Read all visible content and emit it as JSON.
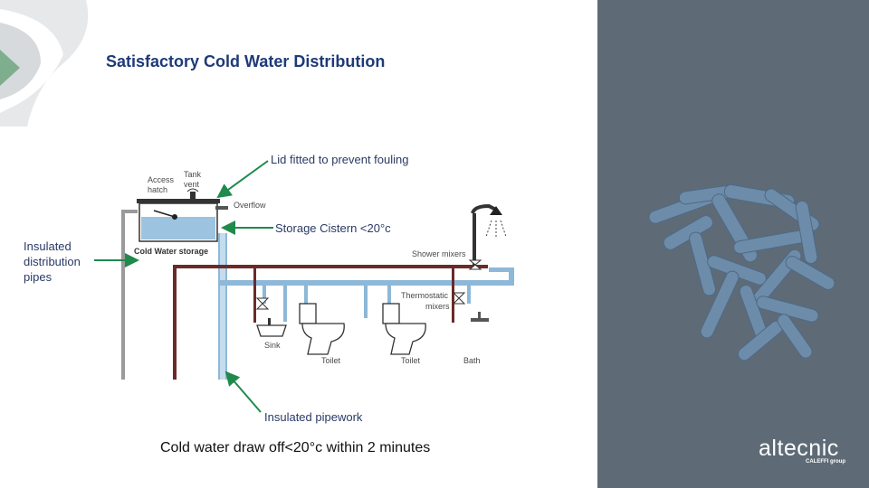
{
  "slide": {
    "title": "Satisfactory Cold Water Distribution",
    "bottom_note": "Cold water draw off<20°c within 2 minutes"
  },
  "callouts": {
    "lid": "Lid fitted to prevent fouling",
    "storage": "Storage Cistern <20°c",
    "insulated_distribution": [
      "Insulated",
      "distribution",
      "pipes"
    ],
    "insulated_pipework": "Insulated pipework"
  },
  "diagram_labels": {
    "access_hatch": [
      "Access",
      "hatch"
    ],
    "tank_vent": [
      "Tank",
      "vent"
    ],
    "overflow": "Overflow",
    "cold_water_storage": "Cold Water storage",
    "shower_mixers": "Shower mixers",
    "thermostatic_mixers": [
      "Thermostatic",
      "mixers"
    ],
    "sink": "Sink",
    "toilet_1": "Toilet",
    "toilet_2": "Toilet",
    "bath": "Bath"
  },
  "brand": {
    "name": "altecnic",
    "group": "CALEFFI group"
  },
  "colors": {
    "title": "#1e3a78",
    "panel": "#5e6b77",
    "arrow": "#1f8a4c",
    "pipe_cold": "#8db8d8",
    "pipe_hot": "#6b2a2a"
  },
  "icons": [
    "bacteria-image",
    "corner-logo-shape",
    "arrow-icon",
    "shower-head-icon",
    "toilet-icon",
    "sink-icon",
    "valve-icon"
  ]
}
